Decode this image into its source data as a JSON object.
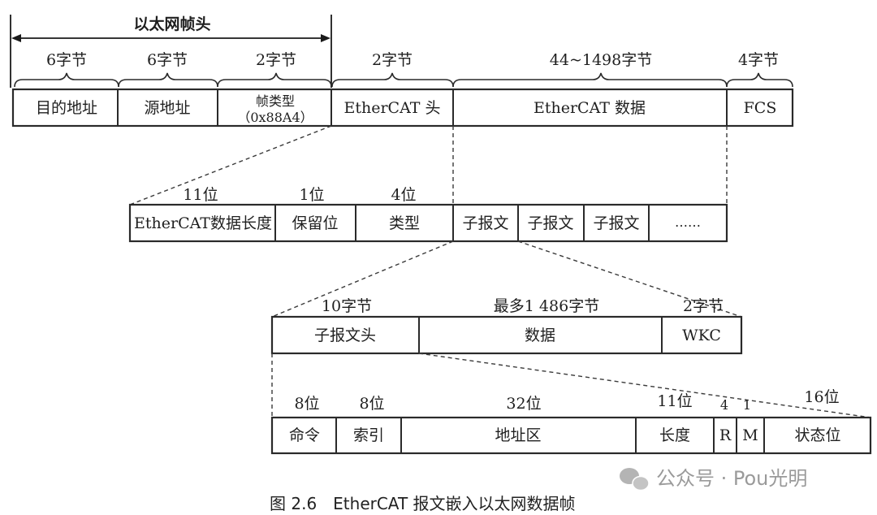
{
  "eth_header": "以太网帧头",
  "row1": {
    "cells": [
      "目的地址",
      "源地址",
      "帧类型",
      "EtherCAT 头",
      "EtherCAT 数据",
      "FCS"
    ],
    "frame_type_code": "（0x88A4）",
    "sizes": [
      "6字节",
      "6字节",
      "2字节",
      "2字节",
      "44~1498字节",
      "4字节"
    ]
  },
  "row2": {
    "cells": [
      "EtherCAT数据长度",
      "保留位",
      "类型",
      "子报文",
      "子报文",
      "子报文",
      "……"
    ],
    "sizes": [
      "11位",
      "1位",
      "4位"
    ]
  },
  "row3": {
    "cells": [
      "子报文头",
      "数据",
      "WKC"
    ],
    "sizes": [
      "10字节",
      "最多1 486字节",
      "2字节"
    ]
  },
  "row4": {
    "cells": [
      "命令",
      "索引",
      "地址区",
      "长度",
      "R",
      "M",
      "状态位"
    ],
    "sizes": [
      "8位",
      "8位",
      "32位",
      "11位",
      "4",
      "1",
      "16位"
    ]
  },
  "caption": "图 2.6　EtherCAT 报文嵌入以太网数据帧",
  "watermark": "公众号 · Pou光明",
  "watermark_icon": "wechat-icon"
}
